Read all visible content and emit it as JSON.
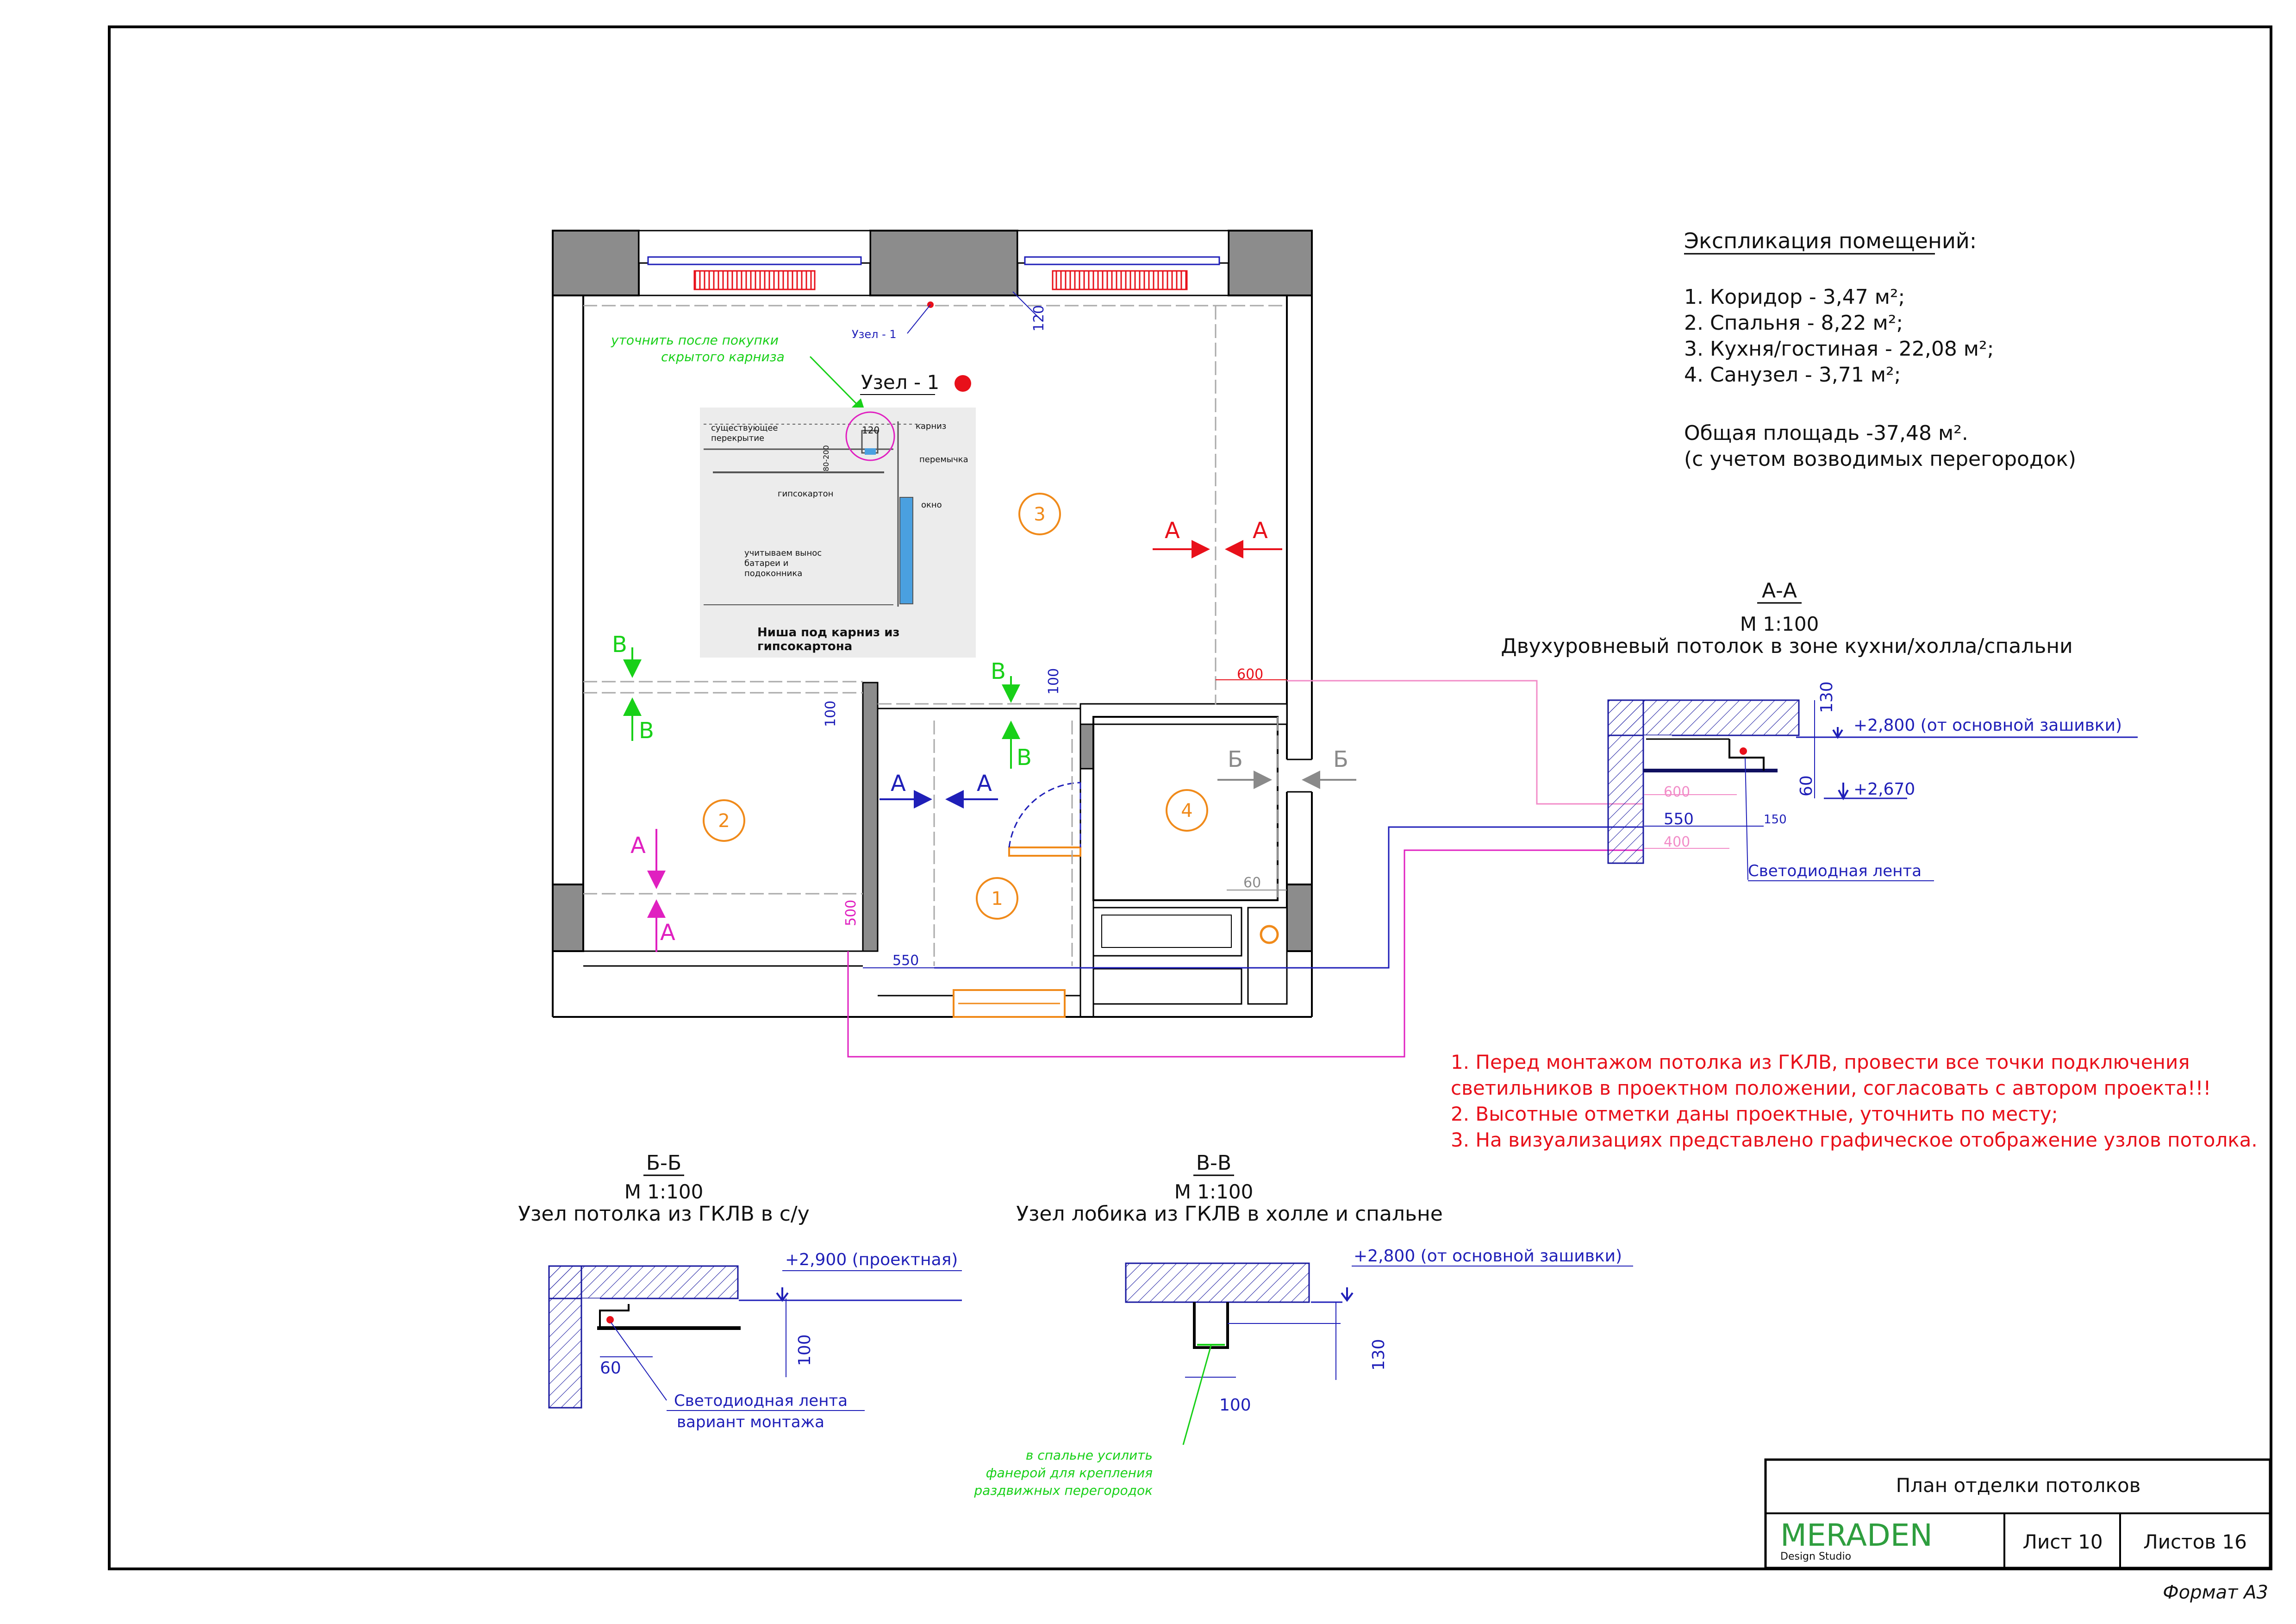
{
  "colors": {
    "frame": "#000000",
    "wall": "#8c8c8c",
    "blue_dim": "#1f1fb8",
    "green": "#18d018",
    "magenta": "#e020c0",
    "pink": "#f28cc8",
    "red": "#e8101a",
    "orange": "#f08a1a",
    "meraden": "#2e9e3e"
  },
  "explication": {
    "title": "Экспликация помещений:",
    "rooms": [
      "1. Коридор - 3,47 м²;",
      "2. Спальня - 8,22 м²;",
      "3. Кухня/гостиная - 22,08 м²;",
      "4. Санузел - 3,71 м²;"
    ],
    "total": "Общая площадь -37,48 м².",
    "note": "(с учетом возводимых перегородок)"
  },
  "plan": {
    "room_numbers": [
      "1",
      "2",
      "3",
      "4"
    ],
    "uzel_title": "Узел - 1",
    "uzel_tag": "Узел - 1",
    "green_note_1": "уточнить после покупки",
    "green_note_2": "скрытого карниза",
    "section_letters": {
      "a": "А",
      "b": "Б",
      "v": "В"
    },
    "dims": {
      "d120": "120",
      "d100": "100",
      "d600": "600",
      "d60": "60",
      "d500": "500",
      "d550": "550"
    },
    "node_image": {
      "existing_1": "существующее",
      "existing_2": "перекрытие",
      "d120": "120",
      "karniz": "карниз",
      "peremychka": "перемычка",
      "okno": "окно",
      "d80200": "80-200",
      "gipsokarton": "гипсокартон",
      "battery_1": "учитываем вынос",
      "battery_2": "батареи и",
      "battery_3": "подоконника",
      "caption_1": "Ниша под карниз из",
      "caption_2": "гипсокартона"
    }
  },
  "section_aa": {
    "name": "А-А",
    "scale": "М 1:100",
    "title": "Двухуровневый потолок в зоне кухни/холла/спальни",
    "level_1": "+2,800 (от основной зашивки)",
    "level_2": "+2,670",
    "d130": "130",
    "d60": "60",
    "d600": "600",
    "d550": "550",
    "d150": "150",
    "d400": "400",
    "led": "Светодиодная лента"
  },
  "section_bb": {
    "name": "Б-Б",
    "scale": "М 1:100",
    "title": "Узел потолка из ГКЛВ в с/у",
    "level": "+2,900 (проектная)",
    "d100": "100",
    "d60": "60",
    "led_1": "Светодиодная лента",
    "led_2": "вариант монтажа"
  },
  "section_vv": {
    "name": "В-В",
    "scale": "М 1:100",
    "title": "Узел лобика из ГКЛВ в холле и спальне",
    "level": "+2,800 (от основной зашивки)",
    "d130": "130",
    "d100": "100",
    "note_1": "в спальне усилить",
    "note_2": "фанерой для крепления",
    "note_3": "раздвижных перегородок"
  },
  "notes": [
    "1. Перед монтажом потолка из ГКЛВ, провести все точки подключения",
    "светильников в проектном положении, согласовать с автором проекта!!!",
    "2. Высотные отметки даны проектные, уточнить по месту;",
    "3. На визуализациях представлено графическое отображение узлов потолка."
  ],
  "title_block": {
    "sheet_title": "План отделки потолков",
    "brand": "MERADEN",
    "brand_sub": "Design Studio",
    "sheet": "Лист 10",
    "sheets": "Листов 16"
  },
  "format": "Формат А3"
}
